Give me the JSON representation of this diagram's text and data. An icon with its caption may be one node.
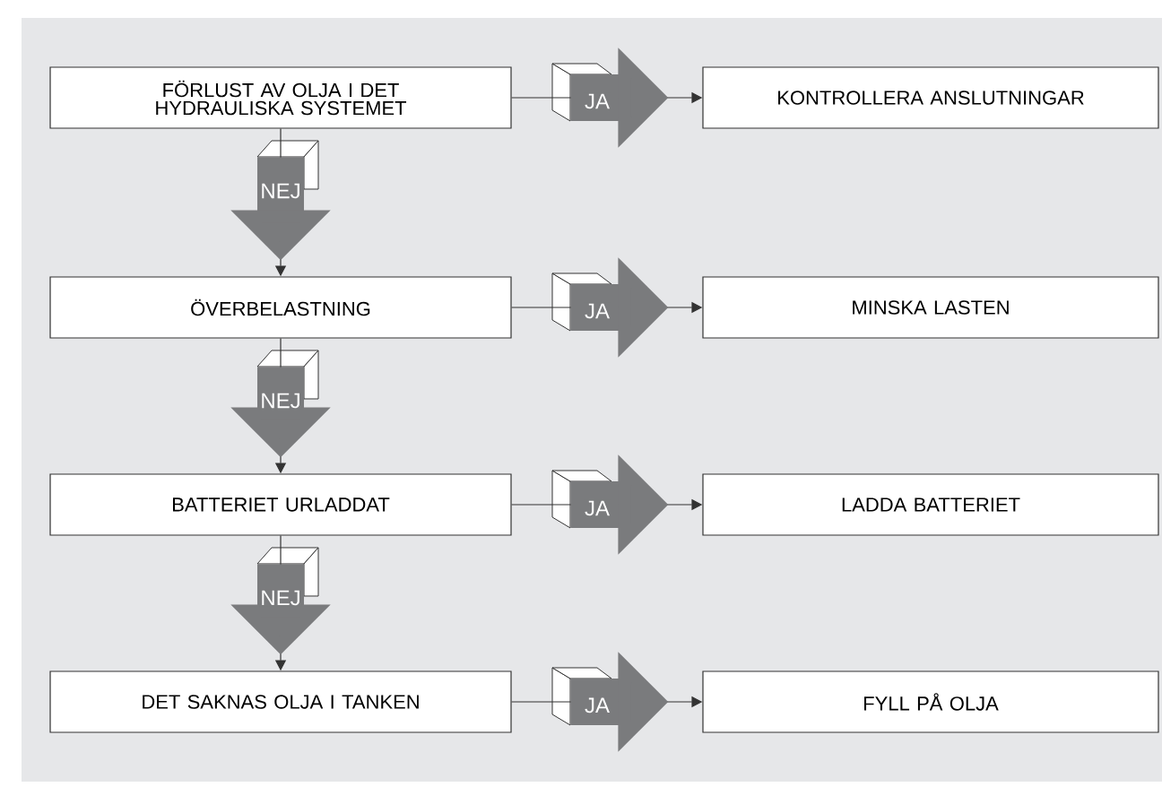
{
  "diagram": {
    "nodes": [
      {
        "text": [
          "FÖRLUST AV OLJA I DET HYDRAULISKA SYSTEMET"
        ]
      },
      {
        "text": [
          "KONTROLLERA ANSLUTNINGAR"
        ]
      },
      {
        "text": [
          "ÖVERBELASTNING"
        ]
      },
      {
        "text": [
          "MINSKA LASTEN"
        ]
      },
      {
        "text": [
          "BATTERIET URLADDAT"
        ]
      },
      {
        "text": [
          "LADDA BATTERIET"
        ]
      },
      {
        "text": [
          "DET SAKNAS OLJA I TANKEN"
        ]
      },
      {
        "text": [
          "FYLL PÅ OLJA"
        ]
      }
    ],
    "edges": [
      {
        "from": 0,
        "to": 1,
        "arrow": "to",
        "label": "JA"
      },
      {
        "from": 0,
        "to": 2,
        "arrow": "to",
        "label": "NEJ"
      },
      {
        "from": 2,
        "to": 3,
        "arrow": "to",
        "label": "JA"
      },
      {
        "from": 2,
        "to": 4,
        "arrow": "to",
        "label": "NEJ"
      },
      {
        "from": 4,
        "to": 5,
        "arrow": "to",
        "label": "JA"
      },
      {
        "from": 4,
        "to": 6,
        "arrow": "to",
        "label": "NEJ"
      },
      {
        "from": 6,
        "to": 7,
        "arrow": "to",
        "label": "JA"
      }
    ]
  }
}
